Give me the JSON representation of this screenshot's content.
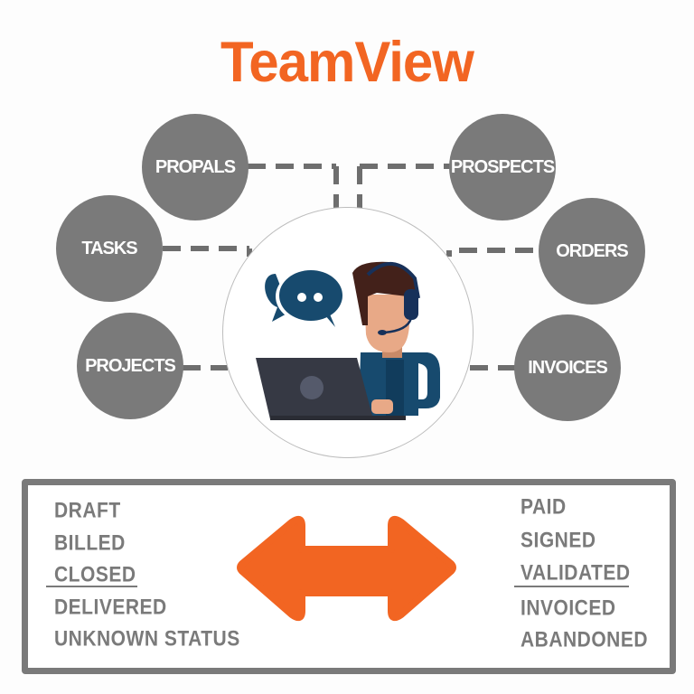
{
  "title": "TeamView",
  "colors": {
    "brand": "#f26522",
    "node_fill": "#7a7a7a",
    "node_text": "#ffffff",
    "accent_blue": "#174a6e",
    "laptop": "#363944"
  },
  "nodes": {
    "left": [
      {
        "label": "PROPALS"
      },
      {
        "label": "TASKS"
      },
      {
        "label": "PROJECTS"
      }
    ],
    "right": [
      {
        "label": "PROSPECTS"
      },
      {
        "label": "ORDERS"
      },
      {
        "label": "INVOICES"
      }
    ]
  },
  "center": {
    "illustration": "support-agent-with-headset-laptop-chat-icon"
  },
  "statuses": {
    "left": [
      "DRAFT",
      "BILLED",
      "CLOSED",
      "DELIVERED",
      "UNKNOWN STATUS"
    ],
    "right": [
      "PAID",
      "SIGNED",
      "VALIDATED",
      "INVOICED",
      "ABANDONED"
    ]
  },
  "arrow": {
    "icon": "double-headed-arrow-icon"
  }
}
